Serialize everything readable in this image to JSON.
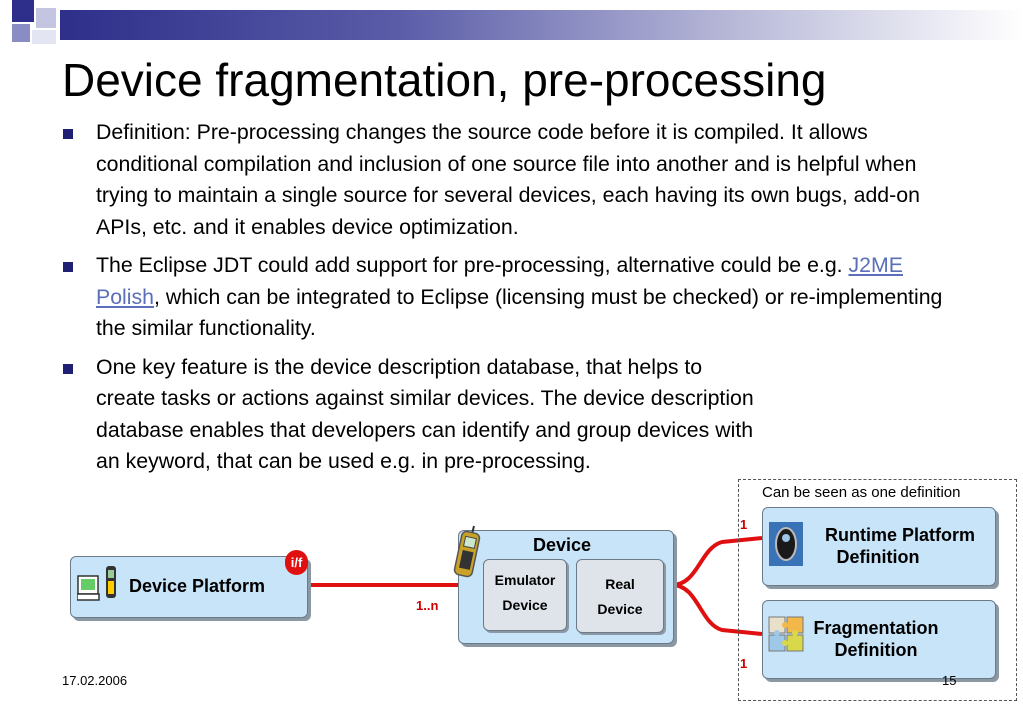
{
  "slide": {
    "title": "Device fragmentation, pre-processing",
    "bullets": [
      {
        "text": "Definition: Pre-processing changes the source code before it is compiled. It allows conditional compilation and inclusion of one source file into another and is helpful when trying to maintain a single source for several devices, each having its own bugs, add-on APIs, etc. and it enables device optimization."
      },
      {
        "before": "The Eclipse JDT could add support for pre-processing, alternative could be e.g. ",
        "link": "J2ME Polish",
        "after": ", which can be integrated to Eclipse (licensing must be checked) or re-implementing the similar functionality."
      },
      {
        "text": "One key feature is the device description database, that helps to create tasks or actions against similar devices. The device description database enables that developers can identify and group devices with an keyword, that can be used e.g. in pre-processing."
      }
    ],
    "footer": {
      "date": "17.02.2006",
      "page": "15"
    }
  },
  "diagram": {
    "device_platform": {
      "label": "Device Platform",
      "badge": "i/f"
    },
    "device": {
      "label": "Device",
      "emulator": [
        "Emulator",
        "Device"
      ],
      "real": [
        "Real",
        "Device"
      ]
    },
    "multiplicity_n": "1..n",
    "multiplicity_top": "1",
    "multiplicity_bottom": "1",
    "runtime": [
      "Runtime Platform",
      "Definition"
    ],
    "fragmentation": [
      "Fragmentation",
      "Definition"
    ],
    "group_note": "Can be seen as one definition"
  },
  "colors": {
    "title_bar": "#2d2f8a",
    "bullet": "#1f1f74",
    "box_fill": "#c8e4f8",
    "connector": "#e01010",
    "link": "#5a6fb8"
  }
}
